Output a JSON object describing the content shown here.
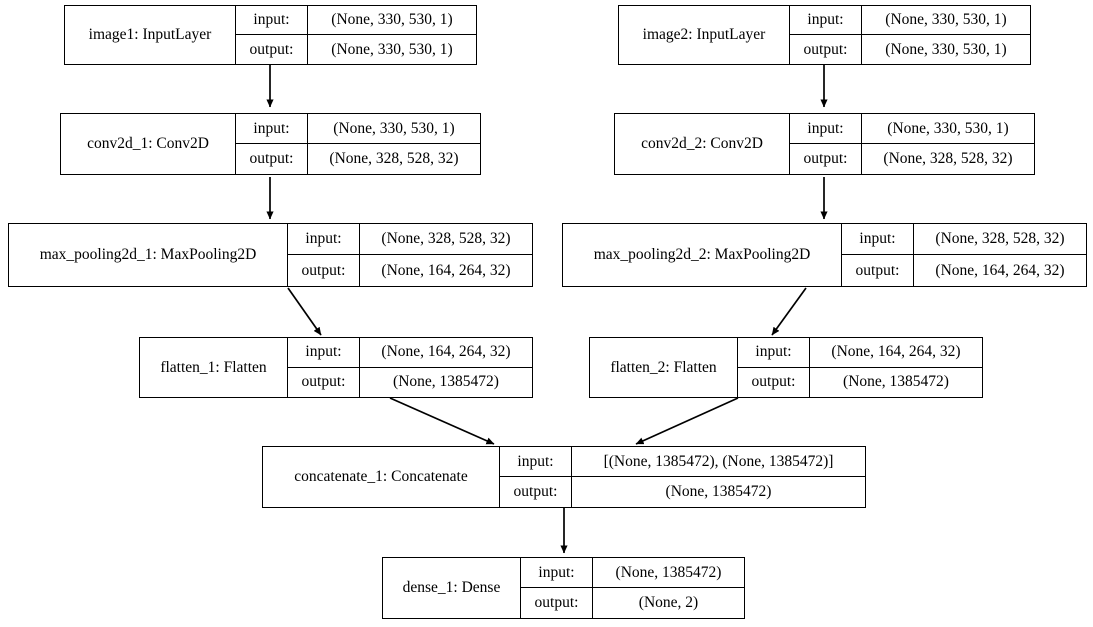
{
  "diagram": {
    "title": "Keras model architecture graph",
    "type": "neural-network-graph",
    "background_color": "#ffffff",
    "line_color": "#000000",
    "io_labels": {
      "input": "input:",
      "output": "output:"
    },
    "nodes": [
      {
        "id": "image1",
        "name": "image1: InputLayer",
        "input": "(None, 330, 530, 1)",
        "output": "(None, 330, 530, 1)"
      },
      {
        "id": "image2",
        "name": "image2: InputLayer",
        "input": "(None, 330, 530, 1)",
        "output": "(None, 330, 530, 1)"
      },
      {
        "id": "conv2d_1",
        "name": "conv2d_1: Conv2D",
        "input": "(None, 330, 530, 1)",
        "output": "(None, 328, 528, 32)"
      },
      {
        "id": "conv2d_2",
        "name": "conv2d_2: Conv2D",
        "input": "(None, 330, 530, 1)",
        "output": "(None, 328, 528, 32)"
      },
      {
        "id": "max_pooling2d_1",
        "name": "max_pooling2d_1: MaxPooling2D",
        "input": "(None, 328, 528, 32)",
        "output": "(None, 164, 264, 32)"
      },
      {
        "id": "max_pooling2d_2",
        "name": "max_pooling2d_2: MaxPooling2D",
        "input": "(None, 328, 528, 32)",
        "output": "(None, 164, 264, 32)"
      },
      {
        "id": "flatten_1",
        "name": "flatten_1: Flatten",
        "input": "(None, 164, 264, 32)",
        "output": "(None, 1385472)"
      },
      {
        "id": "flatten_2",
        "name": "flatten_2: Flatten",
        "input": "(None, 164, 264, 32)",
        "output": "(None, 1385472)"
      },
      {
        "id": "concatenate_1",
        "name": "concatenate_1: Concatenate",
        "input": "[(None, 1385472), (None, 1385472)]",
        "output": "(None, 1385472)"
      },
      {
        "id": "dense_1",
        "name": "dense_1: Dense",
        "input": "(None, 1385472)",
        "output": "(None, 2)"
      }
    ],
    "edges": [
      {
        "from": "image1",
        "to": "conv2d_1"
      },
      {
        "from": "conv2d_1",
        "to": "max_pooling2d_1"
      },
      {
        "from": "max_pooling2d_1",
        "to": "flatten_1"
      },
      {
        "from": "flatten_1",
        "to": "concatenate_1"
      },
      {
        "from": "image2",
        "to": "conv2d_2"
      },
      {
        "from": "conv2d_2",
        "to": "max_pooling2d_2"
      },
      {
        "from": "max_pooling2d_2",
        "to": "flatten_2"
      },
      {
        "from": "flatten_2",
        "to": "concatenate_1"
      },
      {
        "from": "concatenate_1",
        "to": "dense_1"
      }
    ]
  }
}
